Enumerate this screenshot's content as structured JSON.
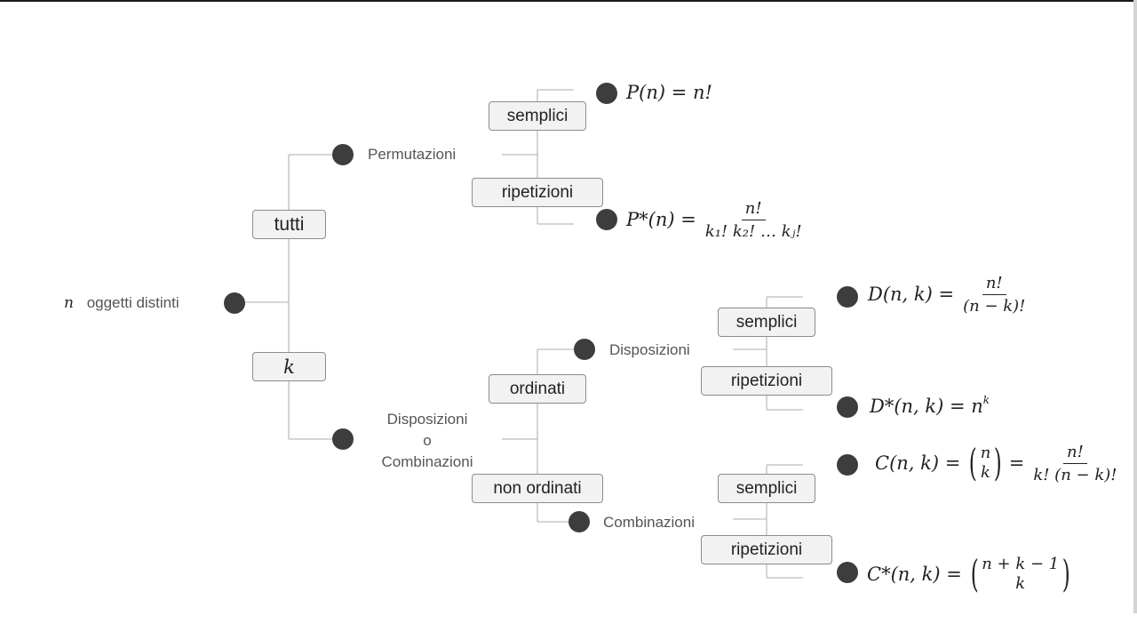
{
  "root": {
    "n_symbol": "n",
    "text": "oggetti distinti"
  },
  "level1": {
    "tutti": "tutti",
    "k": "k"
  },
  "permutazioni": {
    "label": "Permutazioni",
    "semplici": "semplici",
    "ripetizioni": "ripetizioni",
    "formula_semplici": "P(n) = n!",
    "formula_rip_lhs": "P*(n) =",
    "formula_rip_num": "n!",
    "formula_rip_den": "k₁! k₂! … kⱼ!"
  },
  "disp_comb": {
    "label_line1": "Disposizioni",
    "label_line2": "o",
    "label_line3": "Combinazioni",
    "ordinati": "ordinati",
    "non_ordinati": "non ordinati"
  },
  "disposizioni": {
    "label": "Disposizioni",
    "semplici": "semplici",
    "ripetizioni": "ripetizioni",
    "formula_semplici_lhs": "D(n, k) =",
    "formula_semplici_num": "n!",
    "formula_semplici_den": "(n − k)!",
    "formula_rip_lhs": "D*(n, k) = n",
    "formula_rip_exp": "k"
  },
  "combinazioni": {
    "label": "Combinazioni",
    "semplici": "semplici",
    "ripetizioni": "ripetizioni",
    "formula_semplici_lhs": "C(n, k) =",
    "formula_semplici_binom_top": "n",
    "formula_semplici_binom_bottom": "k",
    "formula_semplici_num": "n!",
    "formula_semplici_den": "k! (n − k)!",
    "formula_rip_lhs": "C*(n, k) =",
    "formula_rip_binom_top": "n + k − 1",
    "formula_rip_binom_bottom": "k"
  },
  "colors": {
    "node": "#3d3d3d",
    "line": "#bdbdbd",
    "box_bg": "#f2f2f2",
    "box_border": "#8c8c8c"
  }
}
